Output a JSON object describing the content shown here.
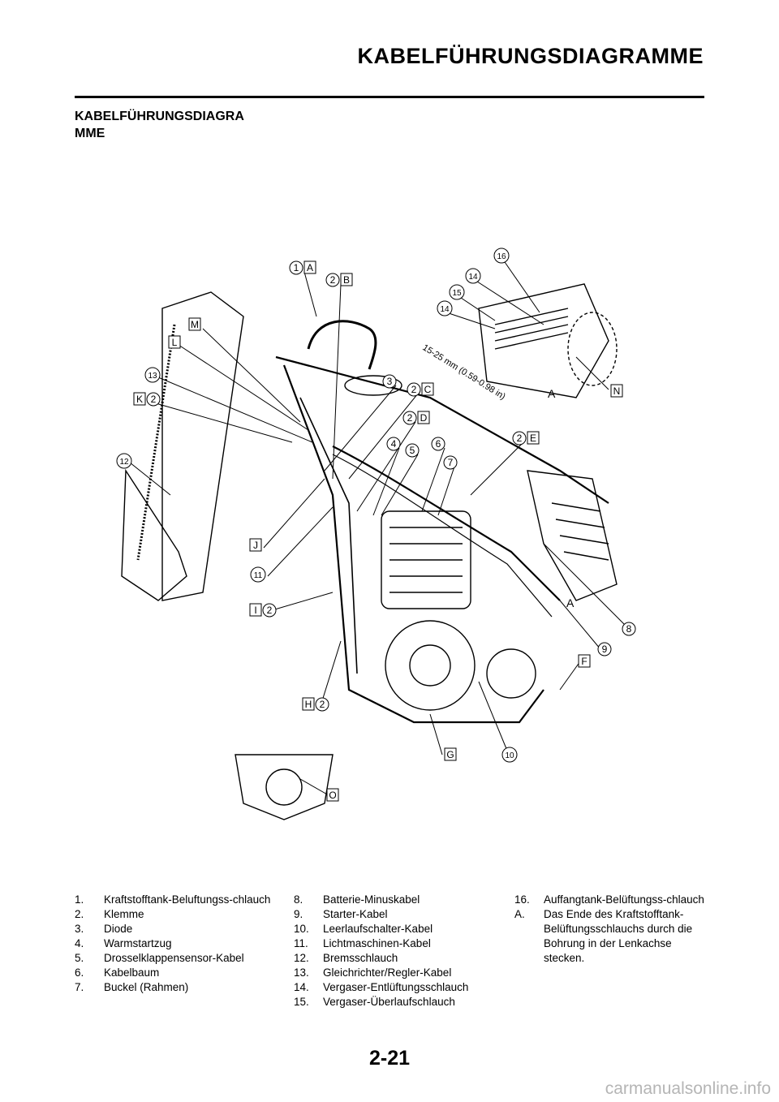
{
  "header": {
    "title": "KABELFÜHRUNGSDIAGRAMME"
  },
  "section": {
    "title": "KABELFÜHRUNGSDIAGRA MME"
  },
  "diagram": {
    "dimension_label": "15-25 mm (0.59-0.98 in)",
    "callouts": [
      {
        "num": "1",
        "letter": "A"
      },
      {
        "num": "2",
        "letter": "B"
      },
      {
        "num": "3",
        "letter": ""
      },
      {
        "num": "2",
        "letter": "C"
      },
      {
        "num": "2",
        "letter": "D"
      },
      {
        "num": "4",
        "letter": ""
      },
      {
        "num": "5",
        "letter": ""
      },
      {
        "num": "6",
        "letter": ""
      },
      {
        "num": "7",
        "letter": ""
      },
      {
        "num": "2",
        "letter": "E"
      },
      {
        "num": "16",
        "letter": ""
      },
      {
        "num": "14",
        "letter": ""
      },
      {
        "num": "15",
        "letter": ""
      },
      {
        "num": "14",
        "letter": ""
      },
      {
        "num": "",
        "letter": "M"
      },
      {
        "num": "",
        "letter": "L"
      },
      {
        "num": "13",
        "letter": ""
      },
      {
        "num": "2",
        "letter": "K"
      },
      {
        "num": "12",
        "letter": ""
      },
      {
        "num": "",
        "letter": "J"
      },
      {
        "num": "11",
        "letter": ""
      },
      {
        "num": "2",
        "letter": "I"
      },
      {
        "num": "2",
        "letter": "H"
      },
      {
        "num": "",
        "letter": "G"
      },
      {
        "num": "10",
        "letter": ""
      },
      {
        "num": "",
        "letter": "F"
      },
      {
        "num": "9",
        "letter": ""
      },
      {
        "num": "8",
        "letter": ""
      },
      {
        "num": "",
        "letter": "N"
      },
      {
        "num": "",
        "letter": "O"
      }
    ],
    "plain_letters": [
      "A",
      "A"
    ]
  },
  "legend": {
    "col1": [
      {
        "num": "1.",
        "text": "Kraftstofftank-Beluftungss-chlauch"
      },
      {
        "num": "2.",
        "text": "Klemme"
      },
      {
        "num": "3.",
        "text": "Diode"
      },
      {
        "num": "4.",
        "text": "Warmstartzug"
      },
      {
        "num": "5.",
        "text": "Drosselklappensensor-Kabel"
      },
      {
        "num": "6.",
        "text": "Kabelbaum"
      },
      {
        "num": "7.",
        "text": "Buckel (Rahmen)"
      }
    ],
    "col2": [
      {
        "num": "8.",
        "text": "Batterie-Minuskabel"
      },
      {
        "num": "9.",
        "text": "Starter-Kabel"
      },
      {
        "num": "10.",
        "text": "Leerlaufschalter-Kabel"
      },
      {
        "num": "11.",
        "text": "Lichtmaschinen-Kabel"
      },
      {
        "num": "12.",
        "text": "Bremsschlauch"
      },
      {
        "num": "13.",
        "text": "Gleichrichter/Regler-Kabel"
      },
      {
        "num": "14.",
        "text": "Vergaser-Entlüftungsschlauch"
      },
      {
        "num": "15.",
        "text": "Vergaser-Überlaufschlauch"
      }
    ],
    "col3": [
      {
        "num": "16.",
        "text": "Auffangtank-Belüftungss-chlauch"
      },
      {
        "num": "A.",
        "text": "Das Ende des Kraftstofftank-Belüftungsschlauchs durch die Bohrung in der Lenkachse stecken."
      }
    ]
  },
  "page_number": "2-21",
  "watermark": "carmanualsonline.info"
}
